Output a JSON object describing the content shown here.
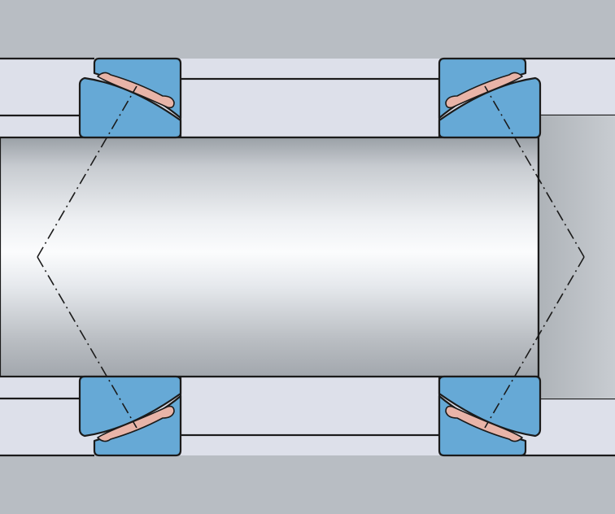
{
  "diagram": {
    "kind": "technical cross-section",
    "components": [
      {
        "id": "housing",
        "label": ""
      },
      {
        "id": "shaft",
        "label": ""
      },
      {
        "id": "spacer-sleeve",
        "label": ""
      },
      {
        "id": "bearing-top-left",
        "label": ""
      },
      {
        "id": "bearing-top-right",
        "label": ""
      },
      {
        "id": "bearing-bottom-left",
        "label": ""
      },
      {
        "id": "bearing-bottom-right",
        "label": ""
      },
      {
        "id": "pressure-lines-left",
        "label": ""
      },
      {
        "id": "pressure-lines-right",
        "label": ""
      }
    ],
    "arrangement": "back-to-back",
    "colors": {
      "background": "#b8bdc3",
      "housing_fill": "#b3b8be",
      "bore_fill": "#dde0ea",
      "shaft_light": "#f4f6f8",
      "shaft_dark": "#9aa0a6",
      "bearing_ring": "#66a9d6",
      "sliding_layer": "#e8b4a8",
      "outline": "#1b1b1b"
    }
  }
}
